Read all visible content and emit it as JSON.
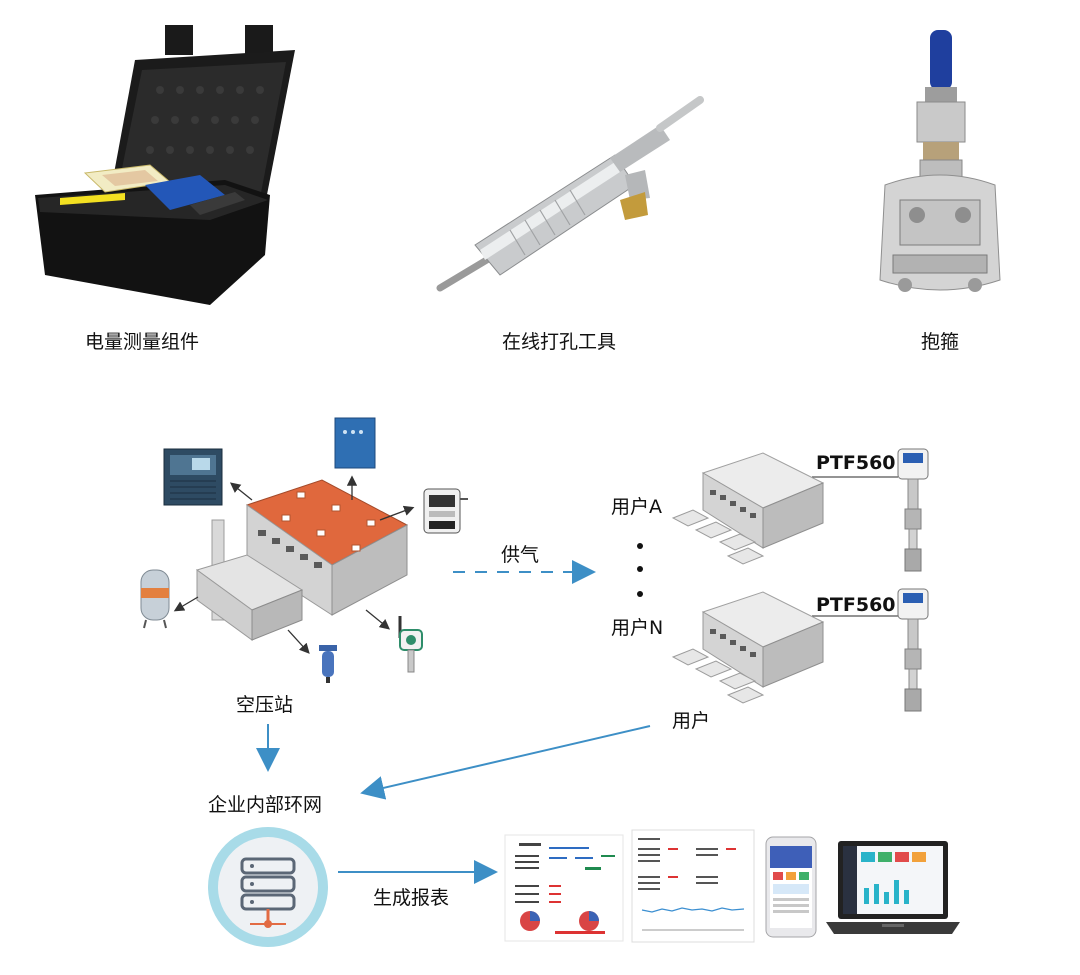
{
  "products": [
    {
      "label": "电量测量组件",
      "icon": "toolcase-icon"
    },
    {
      "label": "在线打孔工具",
      "icon": "drill-tool-icon"
    },
    {
      "label": "抱箍",
      "icon": "pipe-clamp-icon"
    }
  ],
  "diagram": {
    "station_label": "空压站",
    "supply_label": "供气",
    "user_a_label": "用户A",
    "user_n_label": "用户N",
    "users_label": "用户",
    "sensor_model_1": "PTF560",
    "sensor_model_2": "PTF560",
    "network_label": "企业内部环网",
    "report_label": "生成报表"
  },
  "colors": {
    "arrow_blue": "#3d8fc6",
    "roof_orange": "#e0683d",
    "server_ring": "#a8dbe8"
  }
}
